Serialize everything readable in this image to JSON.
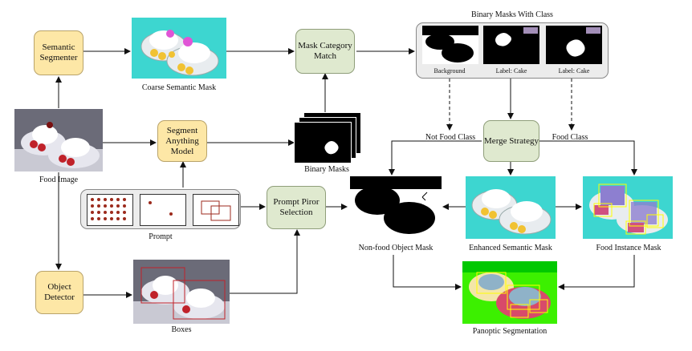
{
  "nodes": {
    "semantic_segmenter": "Semantic Segmenter",
    "mask_category_match": "Mask Category Match",
    "segment_anything_model": "Segment Anything Model",
    "prompt_prior_selection": "Prompt Piror Selection",
    "merge_strategy": "Merge Strategy",
    "object_detector": "Object Detector"
  },
  "captions": {
    "coarse_semantic_mask": "Coarse Semantic Mask",
    "binary_masks_with_class": "Binary Masks With Class",
    "background": "Background",
    "label_cake_1": "Label: Cake",
    "label_cake_2": "Label: Cake",
    "food_image": "Food Image",
    "binary_masks": "Binary Masks",
    "prompt": "Prompt",
    "boxes": "Boxes",
    "non_food_object_mask": "Non-food Object Mask",
    "enhanced_semantic_mask": "Enhanced Semantic Mask",
    "food_instance_mask": "Food Instance Mask",
    "panoptic_segmentation": "Panoptic Segmentation",
    "not_food_class": "Not Food Class",
    "food_class": "Food Class"
  }
}
